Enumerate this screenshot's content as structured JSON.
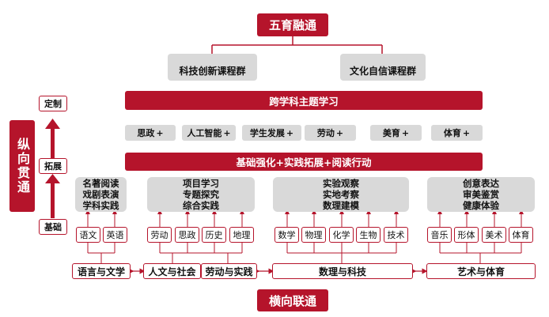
{
  "top_title": "五育融通",
  "bottom_title": "横向联通",
  "vertical_title": "纵向贯通",
  "course_groups": [
    "科技创新课程群",
    "文化自信课程群"
  ],
  "theme_bar": "跨学科主题学习",
  "theme_tags": [
    "思政",
    "人工智能",
    "学生发展",
    "劳动",
    "美育",
    "体育"
  ],
  "foundation_bar": "基础强化+实践拓展+阅读行动",
  "levels": [
    "定制",
    "拓展",
    "基础"
  ],
  "activity_groups": [
    [
      "名著阅读",
      "戏剧表演",
      "学科实践"
    ],
    [
      "项目学习",
      "专题探究",
      "综合实践"
    ],
    [
      "实验观察",
      "实地考察",
      "数理建模"
    ],
    [
      "创意表达",
      "审美鉴赏",
      "健康体验"
    ]
  ],
  "subjects": [
    "语文",
    "英语",
    "劳动",
    "思政",
    "历史",
    "地理",
    "数学",
    "物理",
    "化学",
    "生物",
    "技术",
    "音乐",
    "形体",
    "美术",
    "体育"
  ],
  "domains": [
    "语言与文学",
    "人文与社会",
    "劳动与实践",
    "数理与科技",
    "艺术与体育"
  ],
  "colors": {
    "accent": "#b5142b",
    "gray": "#d9d9d9"
  }
}
